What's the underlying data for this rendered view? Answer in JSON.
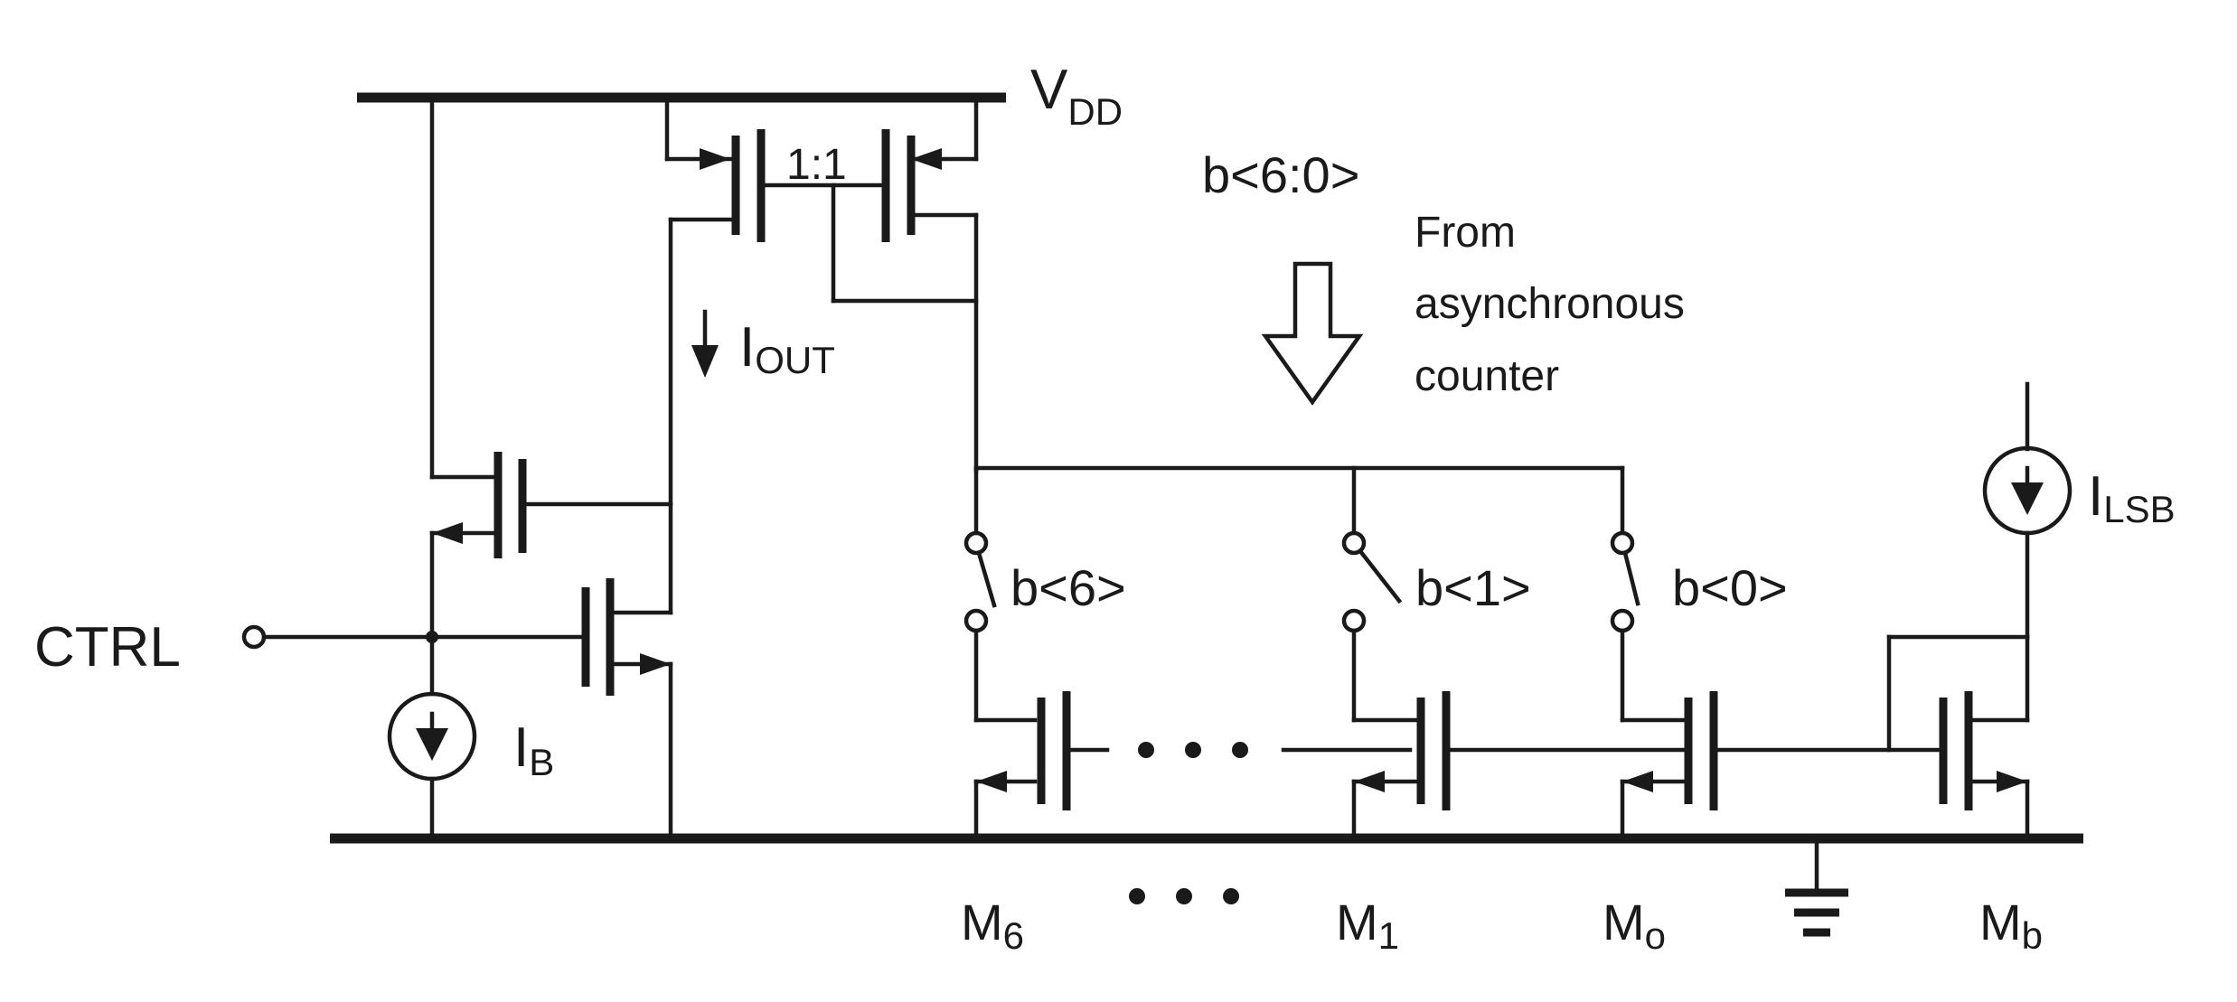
{
  "labels": {
    "vdd_main": "V",
    "vdd_sub": "DD",
    "ratio": "1:1",
    "bus": "b<6:0>",
    "from_line1": "From",
    "from_line2": "asynchronous",
    "from_line3": "counter",
    "iout_main": "I",
    "iout_sub": "OUT",
    "ctrl": "CTRL",
    "ib_main": "I",
    "ib_sub": "B",
    "ilsb_main": "I",
    "ilsb_sub": "LSB",
    "sw6": "b<6>",
    "sw1": "b<1>",
    "sw0": "b<0>",
    "m6_main": "M",
    "m6_sub": "6",
    "m1_main": "M",
    "m1_sub": "1",
    "m0_main": "M",
    "m0_sub": "o",
    "mb_main": "M",
    "mb_sub": "b"
  }
}
